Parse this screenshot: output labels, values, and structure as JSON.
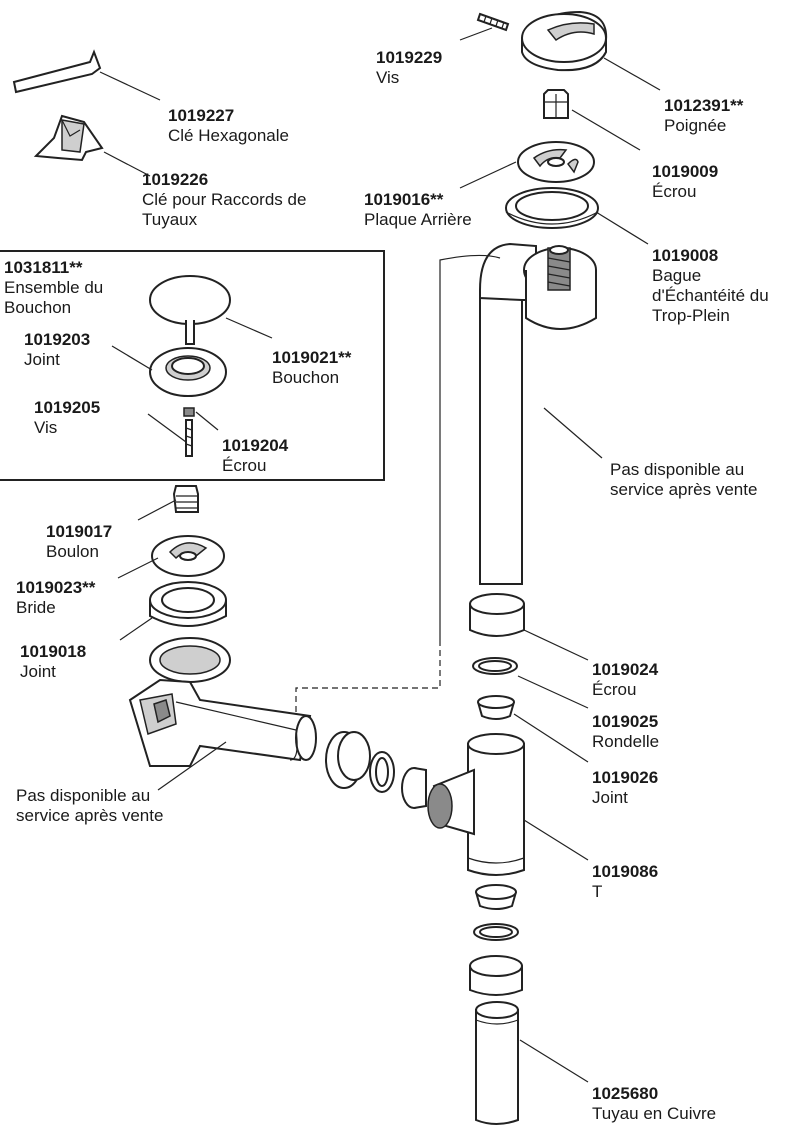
{
  "parts": [
    {
      "num": "1019227",
      "name": "Clé Hexagonale"
    },
    {
      "num": "1019226",
      "name": "Clé pour Raccords de Tuyaux"
    },
    {
      "num": "1019229",
      "name": "Vis"
    },
    {
      "num": "1012391**",
      "name": "Poignée"
    },
    {
      "num": "1019009",
      "name": "Écrou"
    },
    {
      "num": "1019016**",
      "name": "Plaque Arrière"
    },
    {
      "num": "1019008",
      "name": "Bague d'Échantéité du Trop-Plein"
    },
    {
      "num": "1031811**",
      "name": "Ensemble du Bouchon"
    },
    {
      "num": "1019203",
      "name": "Joint"
    },
    {
      "num": "1019021**",
      "name": "Bouchon"
    },
    {
      "num": "1019205",
      "name": "Vis"
    },
    {
      "num": "1019204",
      "name": "Écrou"
    },
    {
      "num": "1019017",
      "name": "Boulon"
    },
    {
      "num": "1019023**",
      "name": "Bride"
    },
    {
      "num": "1019018",
      "name": "Joint"
    },
    {
      "num": "1019024",
      "name": "Écrou"
    },
    {
      "num": "1019025",
      "name": "Rondelle"
    },
    {
      "num": "1019026",
      "name": "Joint"
    },
    {
      "num": "1019086",
      "name": "T"
    },
    {
      "num": "1025680",
      "name": "Tuyau en Cuivre"
    }
  ],
  "notes": [
    {
      "text": "Pas disponible au service après vente"
    },
    {
      "text": "Pas disponible au service après vente"
    }
  ]
}
